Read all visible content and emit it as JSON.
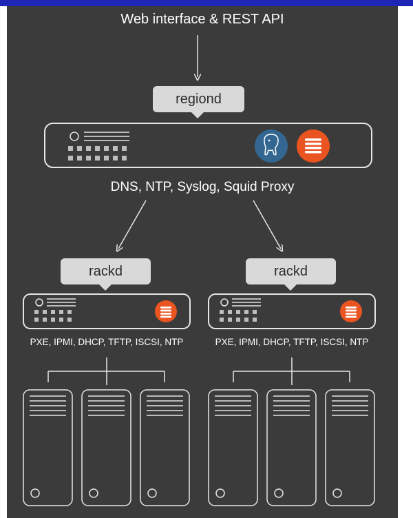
{
  "colors": {
    "top_bar": "#1e26b8",
    "background": "#3b3b3b",
    "line": "#e6e6e6",
    "label_box": "#d9d9d9",
    "postgres_icon": "#336791",
    "orange_icon": "#e95420"
  },
  "diagram": {
    "title": "Web interface & REST API",
    "region": {
      "label": "regiond",
      "services": "DNS, NTP, Syslog, Squid Proxy",
      "icons": [
        "postgresql-elephant-icon",
        "orange-stack-icon"
      ]
    },
    "racks": [
      {
        "label": "rackd",
        "services": "PXE, IPMI, DHCP, TFTP, ISCSI, NTP",
        "icons": [
          "orange-stack-icon"
        ],
        "machine_count": 3
      },
      {
        "label": "rackd",
        "services": "PXE, IPMI, DHCP, TFTP, ISCSI, NTP",
        "icons": [
          "orange-stack-icon"
        ],
        "machine_count": 3
      }
    ]
  }
}
